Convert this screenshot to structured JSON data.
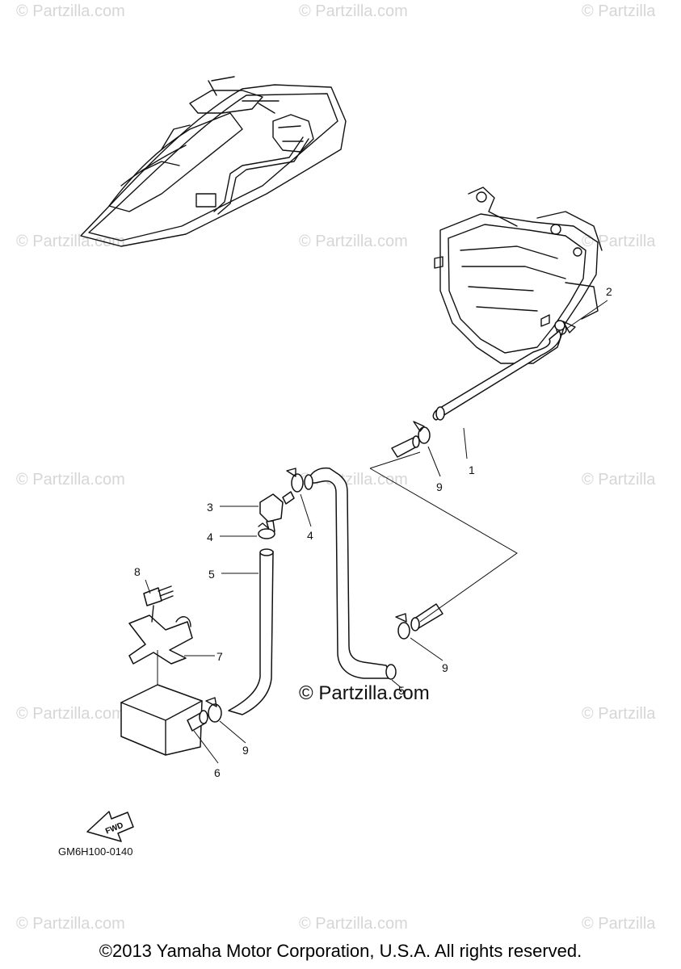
{
  "watermark": "© Partzilla.com",
  "watermark_short": "© Partzilla",
  "center_watermark": "© Partzilla.com",
  "callouts": {
    "c1": "1",
    "c2": "2",
    "c3": "3",
    "c4a": "4",
    "c4b": "4",
    "c5a": "5",
    "c5b": "5",
    "c6": "6",
    "c7": "7",
    "c8": "8",
    "c9a": "9",
    "c9b": "9",
    "c9c": "9"
  },
  "fwd_label": "FWD",
  "diagram_code": "GM6H100-0140",
  "copyright": "©2013 Yamaha Motor Corporation, U.S.A. All rights reserved."
}
